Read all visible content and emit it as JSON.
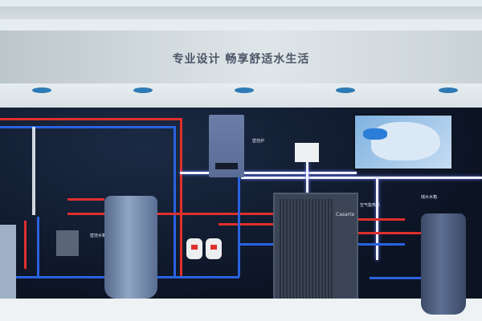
{
  "scene": {
    "description": "Exhibition booth showcasing a home heating and water system wall display",
    "slogan": "专业设计 畅享舒适水生活",
    "labels": {
      "heat_pump_brand": "Casarte",
      "boiler_label": "壁挂炉",
      "water_tank_left_label": "壁挂水箱",
      "water_tank_right_label": "储水水箱",
      "air_energy_label": "空气能热泵"
    },
    "colors": {
      "wall": "#0c1424",
      "hot_pipe": "#e0302c",
      "cold_pipe": "#2a62e0",
      "signal_line": "#f2f4ff",
      "header_text": "#4b5567"
    }
  }
}
